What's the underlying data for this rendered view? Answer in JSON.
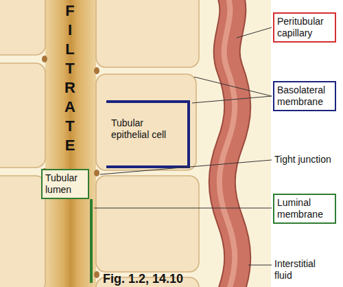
{
  "diagram": {
    "caption": "Fig. 1.2, 14.10",
    "nodes": [
      {
        "text": [
          "Peritubular capillary"
        ]
      },
      {
        "text": [
          "Basolateral membrane"
        ]
      },
      {
        "text": [
          "Tubular epithelial cell"
        ]
      },
      {
        "text": [
          "Tubular lumen"
        ]
      },
      {
        "text": [
          "Luminal membrane"
        ]
      }
    ],
    "labels": [
      "FILTRATE",
      "Tight junction",
      "Interstitial fluid"
    ]
  }
}
